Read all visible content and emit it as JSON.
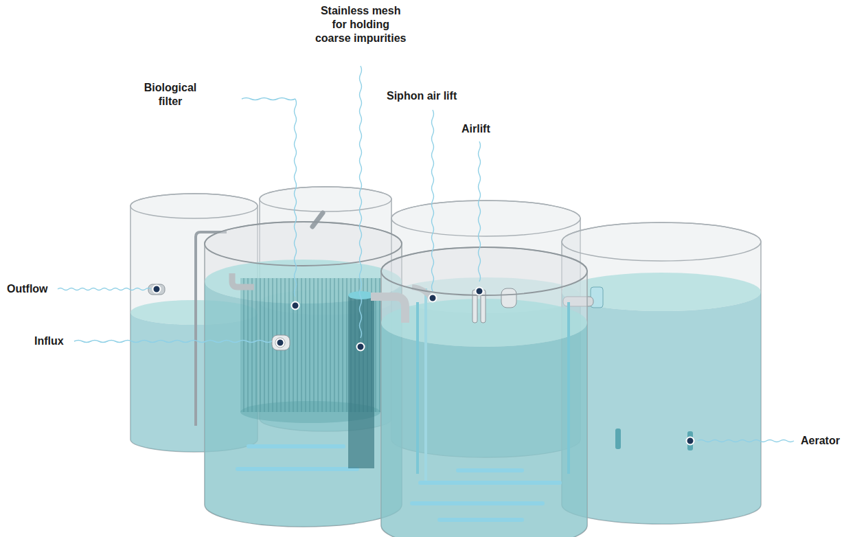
{
  "diagram": {
    "labels": [
      "Stainless mesh for holding coarse impurities",
      "Biological filter",
      "Siphon air lift",
      "Airlift",
      "Outflow",
      "Influx",
      "Aerator"
    ]
  }
}
